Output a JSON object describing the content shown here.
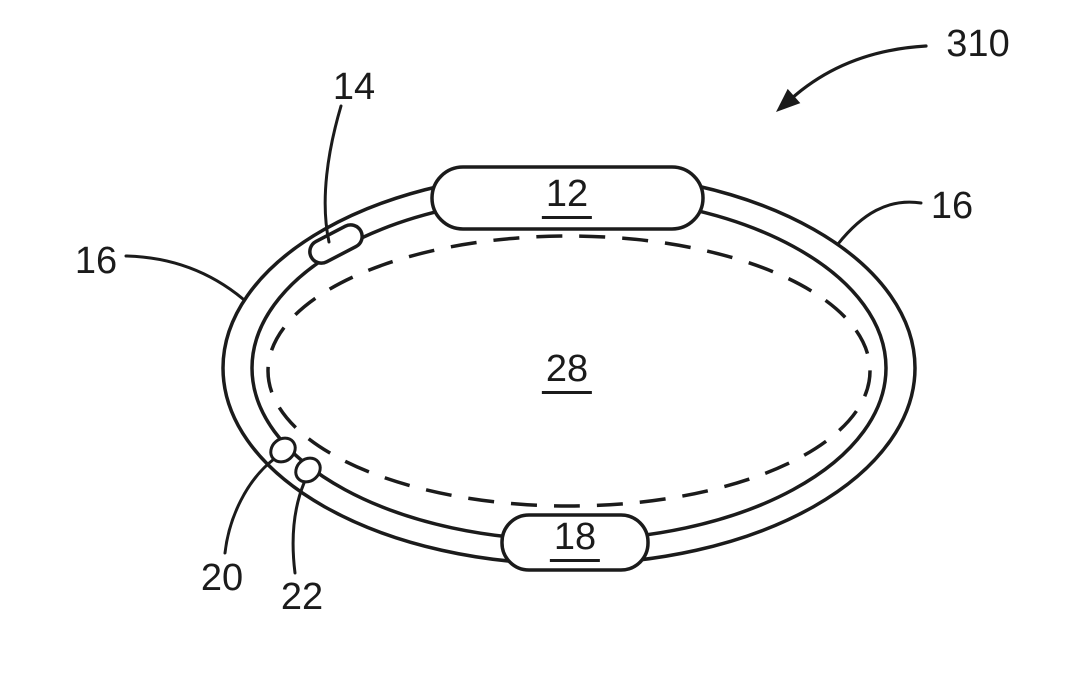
{
  "figure": {
    "background_color": "#ffffff",
    "ink_color": "#1b1b1b",
    "labels": {
      "ref_310": "310",
      "ref_14": "14",
      "ref_16_left": "16",
      "ref_16_right": "16",
      "ref_12": "12",
      "ref_28": "28",
      "ref_18": "18",
      "ref_20": "20",
      "ref_22": "22"
    }
  }
}
